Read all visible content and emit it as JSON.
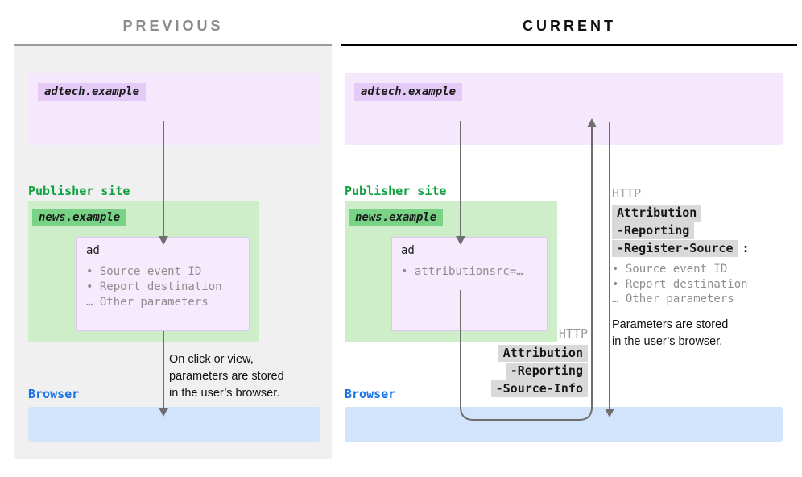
{
  "headers": {
    "previous": "PREVIOUS",
    "current": "CURRENT"
  },
  "previous": {
    "adtech_label": "adtech.example",
    "publisher_label": "Publisher site",
    "news_label": "news.example",
    "ad_label": "ad",
    "ad_params": [
      "• Source event ID",
      "• Report destination",
      "… Other parameters"
    ],
    "caption": "On click or view,\nparameters are stored\nin the user’s browser.",
    "browser_label": "Browser"
  },
  "current": {
    "adtech_label": "adtech.example",
    "publisher_label": "Publisher site",
    "news_label": "news.example",
    "ad_label": "ad",
    "ad_params": [
      "• attributionsrc=…"
    ],
    "browser_label": "Browser",
    "request": {
      "http": "HTTP",
      "lines": [
        "Attribution",
        "-Reporting",
        "-Source-Info"
      ]
    },
    "response": {
      "http": "HTTP",
      "lines": [
        "Attribution",
        "-Reporting",
        "-Register-Source"
      ],
      "colon": ":",
      "params": [
        "• Source event ID",
        "• Report destination",
        "… Other parameters"
      ]
    },
    "caption": "Parameters are stored\nin the user’s browser."
  },
  "colors": {
    "adtech_box": "#f5e8fd",
    "adtech_tag": "#e4cbf7",
    "publisher_box": "#cdeec8",
    "publisher_tag": "#79d387",
    "publisher_text": "#12a140",
    "browser_box": "#d2e3fc",
    "browser_text": "#1a73e8",
    "arrow": "#6e6e6e",
    "muted_text": "#8e8e8e",
    "header_highlight": "#d9d9d9",
    "previous_panel": "#f0f0f0"
  }
}
